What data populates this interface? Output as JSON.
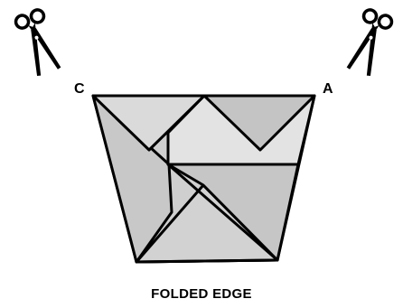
{
  "figure": {
    "labels": {
      "corner_left": "C",
      "corner_right": "A",
      "caption": "FOLDED EDGE"
    },
    "icons": [
      "scissors-icon",
      "scissors-icon"
    ],
    "colors": {
      "outline": "#000000",
      "flap_light": "#e3e3e3",
      "flap_mid": "#cfcfcf",
      "flap_dark": "#c4c4c4",
      "background": "#ffffff"
    }
  }
}
